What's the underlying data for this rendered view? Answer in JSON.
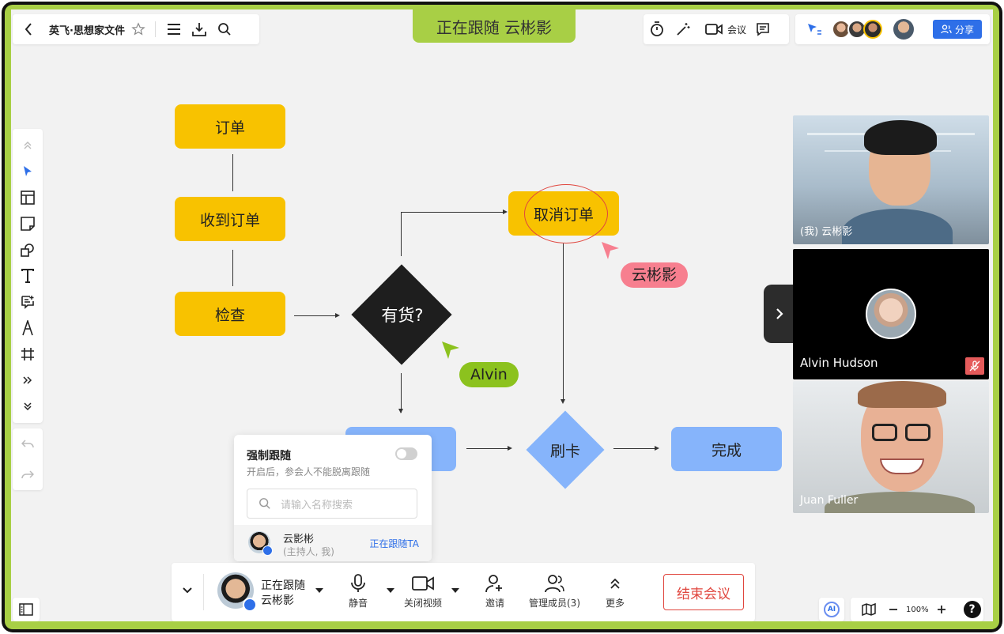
{
  "header": {
    "doc_title": "英飞·思想家文件",
    "follow_banner": "正在跟随 云彬影",
    "meeting_label": "会议",
    "share_label": "分享"
  },
  "flowchart": {
    "order": "订单",
    "received": "收到订单",
    "check": "检查",
    "in_stock": "有货?",
    "cancel": "取消订单",
    "swipe": "刷卡",
    "done": "完成"
  },
  "cursors": {
    "pink_name": "云彬影",
    "green_name": "Alvin"
  },
  "videos": [
    {
      "name": "(我) 云彬影"
    },
    {
      "name": "Alvin Hudson"
    },
    {
      "name": "Juan Fuller"
    }
  ],
  "follow_panel": {
    "title": "强制跟随",
    "desc": "开启后，参会人不能脱离跟随",
    "search_placeholder": "请输入名称搜索",
    "user_name": "云影彬",
    "user_role": "(主持人, 我)",
    "user_action": "正在跟随TA"
  },
  "toolbar": {
    "follow_line1": "正在跟随",
    "follow_line2": "云彬影",
    "mute": "静音",
    "video_off": "关闭视频",
    "invite": "邀请",
    "manage_members": "管理成员(3)",
    "more": "更多",
    "end_meeting": "结束会议"
  },
  "bottom_right": {
    "ai": "AI",
    "zoom": "100%",
    "help": "?"
  },
  "colors": {
    "accent_green": "#a8cf45",
    "node_yellow": "#f8c200",
    "node_blue": "#86b4fb",
    "pink_cursor": "#f77f8f",
    "green_cursor": "#8cc21e",
    "share_blue": "#2e6fe8",
    "end_red": "#e0463e"
  }
}
